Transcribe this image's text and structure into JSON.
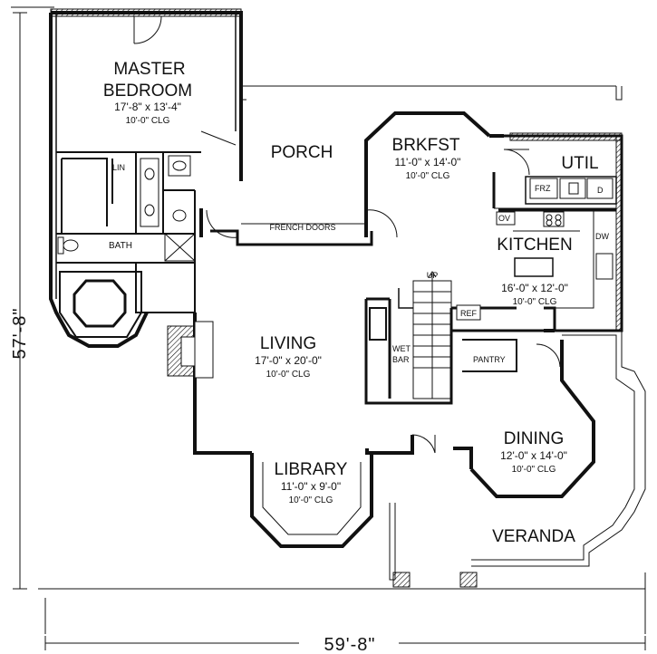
{
  "overall": {
    "width": "59'-8\"",
    "depth": "57'-8\""
  },
  "rooms": {
    "master_bedroom": {
      "name_line1": "MASTER",
      "name_line2": "BEDROOM",
      "size": "17'-8\" x 13'-4\"",
      "ceiling": "10'-0\" CLG"
    },
    "porch": {
      "name": "PORCH"
    },
    "brkfst": {
      "name": "BRKFST",
      "size": "11'-0\" x 14'-0\"",
      "ceiling": "10'-0\" CLG"
    },
    "util": {
      "name": "UTIL"
    },
    "kitchen": {
      "name": "KITCHEN",
      "size": "16'-0\" x 12'-0\"",
      "ceiling": "10'-0\" CLG"
    },
    "living": {
      "name": "LIVING",
      "size": "17'-0\" x 20'-0\"",
      "ceiling": "10'-0\" CLG"
    },
    "library": {
      "name": "LIBRARY",
      "size": "11'-0\" x 9'-0\"",
      "ceiling": "10'-0\" CLG"
    },
    "dining": {
      "name": "DINING",
      "size": "12'-0\" x 14'-0\"",
      "ceiling": "10'-0\" CLG"
    },
    "veranda": {
      "name": "VERANDA"
    },
    "bath": {
      "name": "BATH"
    },
    "pantry": {
      "name": "PANTRY"
    }
  },
  "fixtures": {
    "lin": "LIN",
    "french_doors": "FRENCH DOORS",
    "up": "UP",
    "frz": "FRZ",
    "ov": "OV",
    "dw": "DW",
    "d": "D",
    "ref": "REF",
    "wet_line1": "WET",
    "wet_line2": "BAR"
  }
}
